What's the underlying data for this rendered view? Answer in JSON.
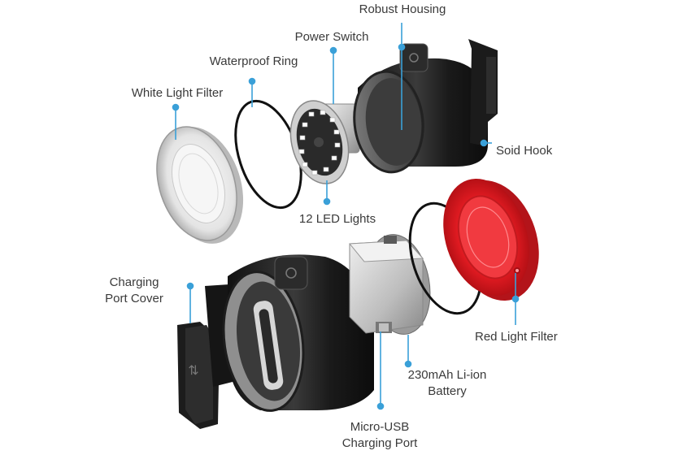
{
  "labels": {
    "robust_housing": "Robust Housing",
    "power_switch": "Power Switch",
    "waterproof_ring": "Waterproof Ring",
    "white_light_filter": "White Light Filter",
    "soid_hook": "Soid Hook",
    "led_lights": "12 LED Lights",
    "charging_port_cover_1": "Charging",
    "charging_port_cover_2": "Port Cover",
    "red_light_filter": "Red Light Filter",
    "battery_1": "230mAh Li-ion",
    "battery_2": "Battery",
    "micro_usb_1": "Micro-USB",
    "micro_usb_2": "Charging Port"
  },
  "colors": {
    "leader_line": "#3aa0d8",
    "housing_dark": "#1e1e1e",
    "red_filter": "#e8222a",
    "label_text": "#3a3a3a"
  }
}
